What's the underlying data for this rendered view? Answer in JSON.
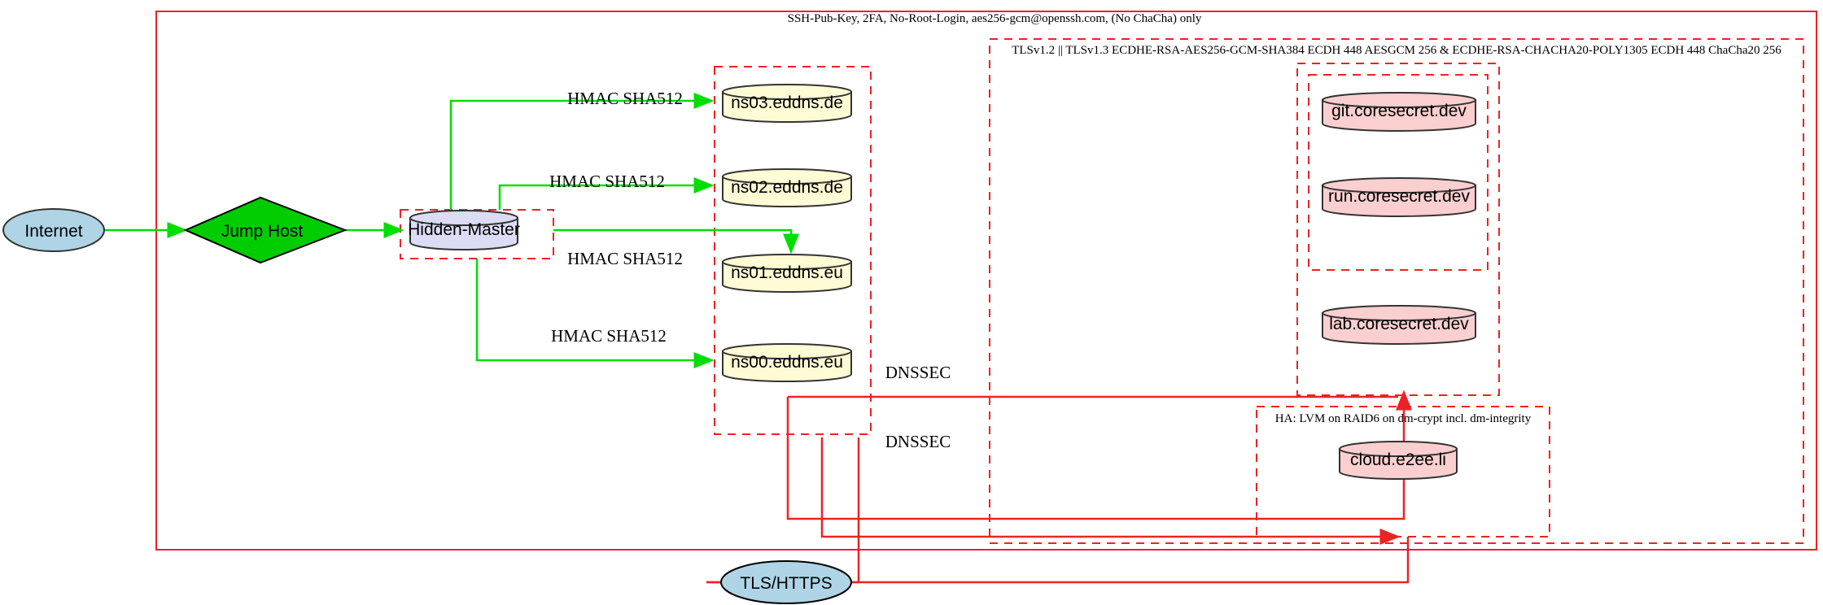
{
  "diagram": {
    "title": "Network security architecture",
    "colors": {
      "cluster_border": "#ee2222",
      "ssh_edge": "#00dd00",
      "tls_edge": "#ee2222",
      "dns_node_fill": "#fffbd5",
      "service_node_fill": "#fbcfcf",
      "hidden_master_fill": "#dcdcf5",
      "internet_fill": "#aed4e6",
      "jump_host_fill": "#00cc00",
      "node_stroke": "#333333"
    },
    "clusters": [
      {
        "id": "ssh-boundary",
        "label": "SSH-Pub-Key, 2FA, No-Root-Login, aes256-gcm@openssh.com, (No ChaCha) only"
      },
      {
        "id": "tls-boundary",
        "label": "TLSv1.2 || TLSv1.3 ECDHE-RSA-AES256-GCM-SHA384 ECDH 448 AESGCM 256 & ECDHE-RSA-CHACHA20-POLY1305 ECDH 448 ChaCha20 256"
      },
      {
        "id": "ha-boundary",
        "label": "HA: LVM on RAID6 on dm-crypt incl. dm-integrity"
      },
      {
        "id": "hidden-master-box",
        "label": ""
      },
      {
        "id": "dns-servers-box",
        "label": ""
      },
      {
        "id": "coresecret-box",
        "label": ""
      },
      {
        "id": "git-run-box",
        "label": ""
      }
    ],
    "nodes": {
      "internet": {
        "label": "Internet",
        "shape": "ellipse"
      },
      "jump_host": {
        "label": "Jump Host",
        "shape": "diamond"
      },
      "hidden_master": {
        "label": "Hidden-Master",
        "shape": "cylinder"
      },
      "ns03": {
        "label": "ns03.eddns.de",
        "shape": "cylinder"
      },
      "ns02": {
        "label": "ns02.eddns.de",
        "shape": "cylinder"
      },
      "ns01": {
        "label": "ns01.eddns.eu",
        "shape": "cylinder"
      },
      "ns00": {
        "label": "ns00.eddns.eu",
        "shape": "cylinder"
      },
      "git": {
        "label": "git.coresecret.dev",
        "shape": "cylinder"
      },
      "run": {
        "label": "run.coresecret.dev",
        "shape": "cylinder"
      },
      "lab": {
        "label": "lab.coresecret.dev",
        "shape": "cylinder"
      },
      "cloud": {
        "label": "cloud.e2ee.li",
        "shape": "cylinder"
      },
      "tls_https": {
        "label": "TLS/HTTPS",
        "shape": "ellipse"
      }
    },
    "edges": [
      {
        "id": "internet-to-jump",
        "label": ""
      },
      {
        "id": "jump-to-master",
        "label": ""
      },
      {
        "id": "master-to-ns03",
        "label": "HMAC SHA512"
      },
      {
        "id": "master-to-ns02",
        "label": "HMAC SHA512"
      },
      {
        "id": "master-to-ns01",
        "label": "HMAC SHA512"
      },
      {
        "id": "master-to-ns00",
        "label": "HMAC SHA512"
      },
      {
        "id": "dnssec-upper",
        "label": "DNSSEC"
      },
      {
        "id": "dnssec-lower",
        "label": "DNSSEC"
      },
      {
        "id": "tls-to-services",
        "label": ""
      }
    ]
  }
}
